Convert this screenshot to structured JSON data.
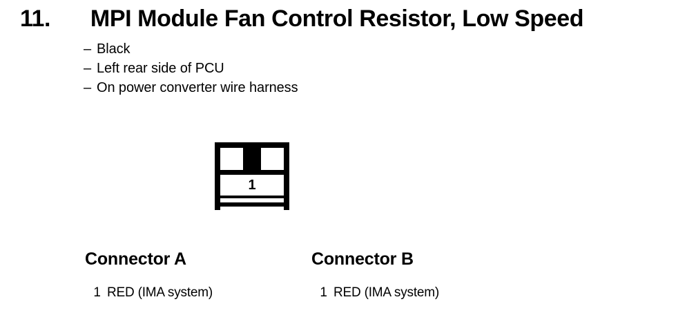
{
  "heading": {
    "number": "11.",
    "title": "MPI Module Fan Control Resistor, Low Speed"
  },
  "bullets": [
    {
      "dash": "–",
      "text": "Black"
    },
    {
      "dash": "–",
      "text": "Left rear side of PCU"
    },
    {
      "dash": "–",
      "text": "On power converter wire harness"
    }
  ],
  "connector_symbol": {
    "pin_label": "1"
  },
  "connectors": [
    {
      "heading": "Connector A",
      "pins": [
        {
          "number": "1",
          "description": "RED (IMA system)"
        }
      ]
    },
    {
      "heading": "Connector B",
      "pins": [
        {
          "number": "1",
          "description": "RED (IMA system)"
        }
      ]
    }
  ],
  "colors": {
    "ink": "#000000",
    "paper": "#ffffff"
  }
}
